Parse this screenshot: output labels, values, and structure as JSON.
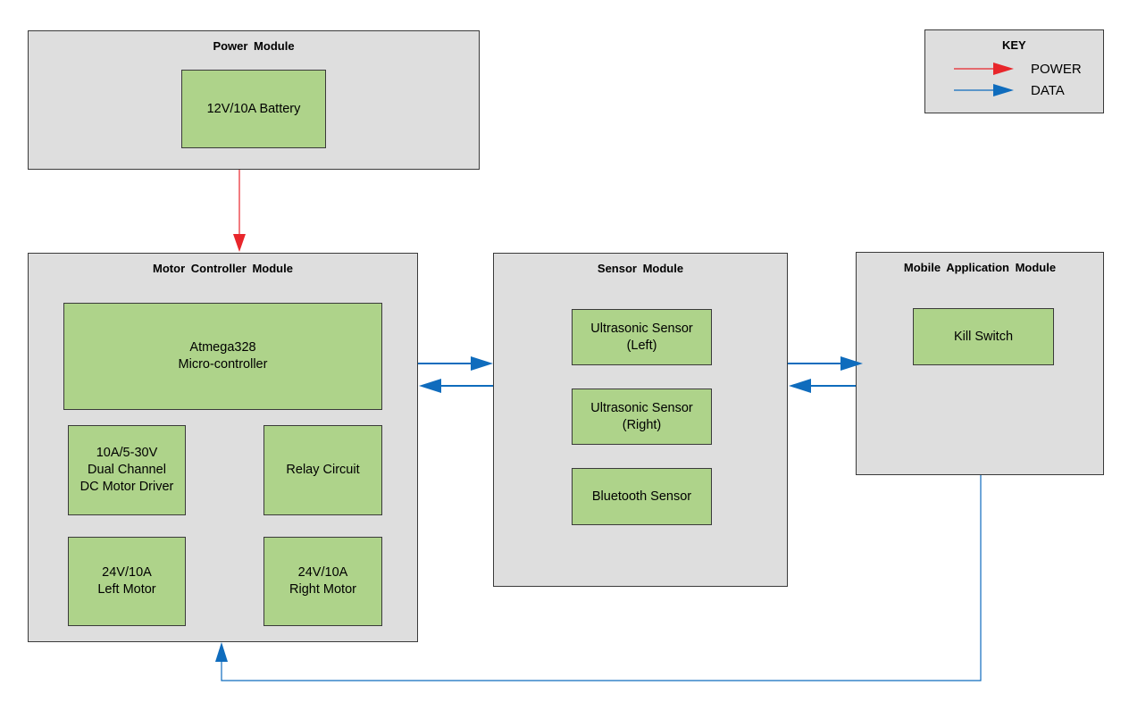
{
  "key": {
    "title": "KEY",
    "power_label": "POWER",
    "data_label": "DATA"
  },
  "colors": {
    "power": "#e8262b",
    "data": "#0f6cbd",
    "module_fill": "#dedede",
    "component_fill": "#aed38a"
  },
  "modules": {
    "power": {
      "title": "Power Module",
      "battery": "12V/10A Battery"
    },
    "motor_controller": {
      "title": "Motor Controller Module",
      "mcu": "Atmega328\nMicro-controller",
      "driver": "10A/5-30V\nDual Channel\nDC Motor Driver",
      "relay": "Relay Circuit",
      "left_motor": "24V/10A\nLeft Motor",
      "right_motor": "24V/10A\nRight Motor"
    },
    "sensor": {
      "title": "Sensor Module",
      "ultrasonic_left": "Ultrasonic Sensor\n(Left)",
      "ultrasonic_right": "Ultrasonic Sensor\n(Right)",
      "bluetooth": "Bluetooth Sensor"
    },
    "mobile_app": {
      "title": "Mobile Application Module",
      "kill_switch": "Kill Switch"
    }
  }
}
